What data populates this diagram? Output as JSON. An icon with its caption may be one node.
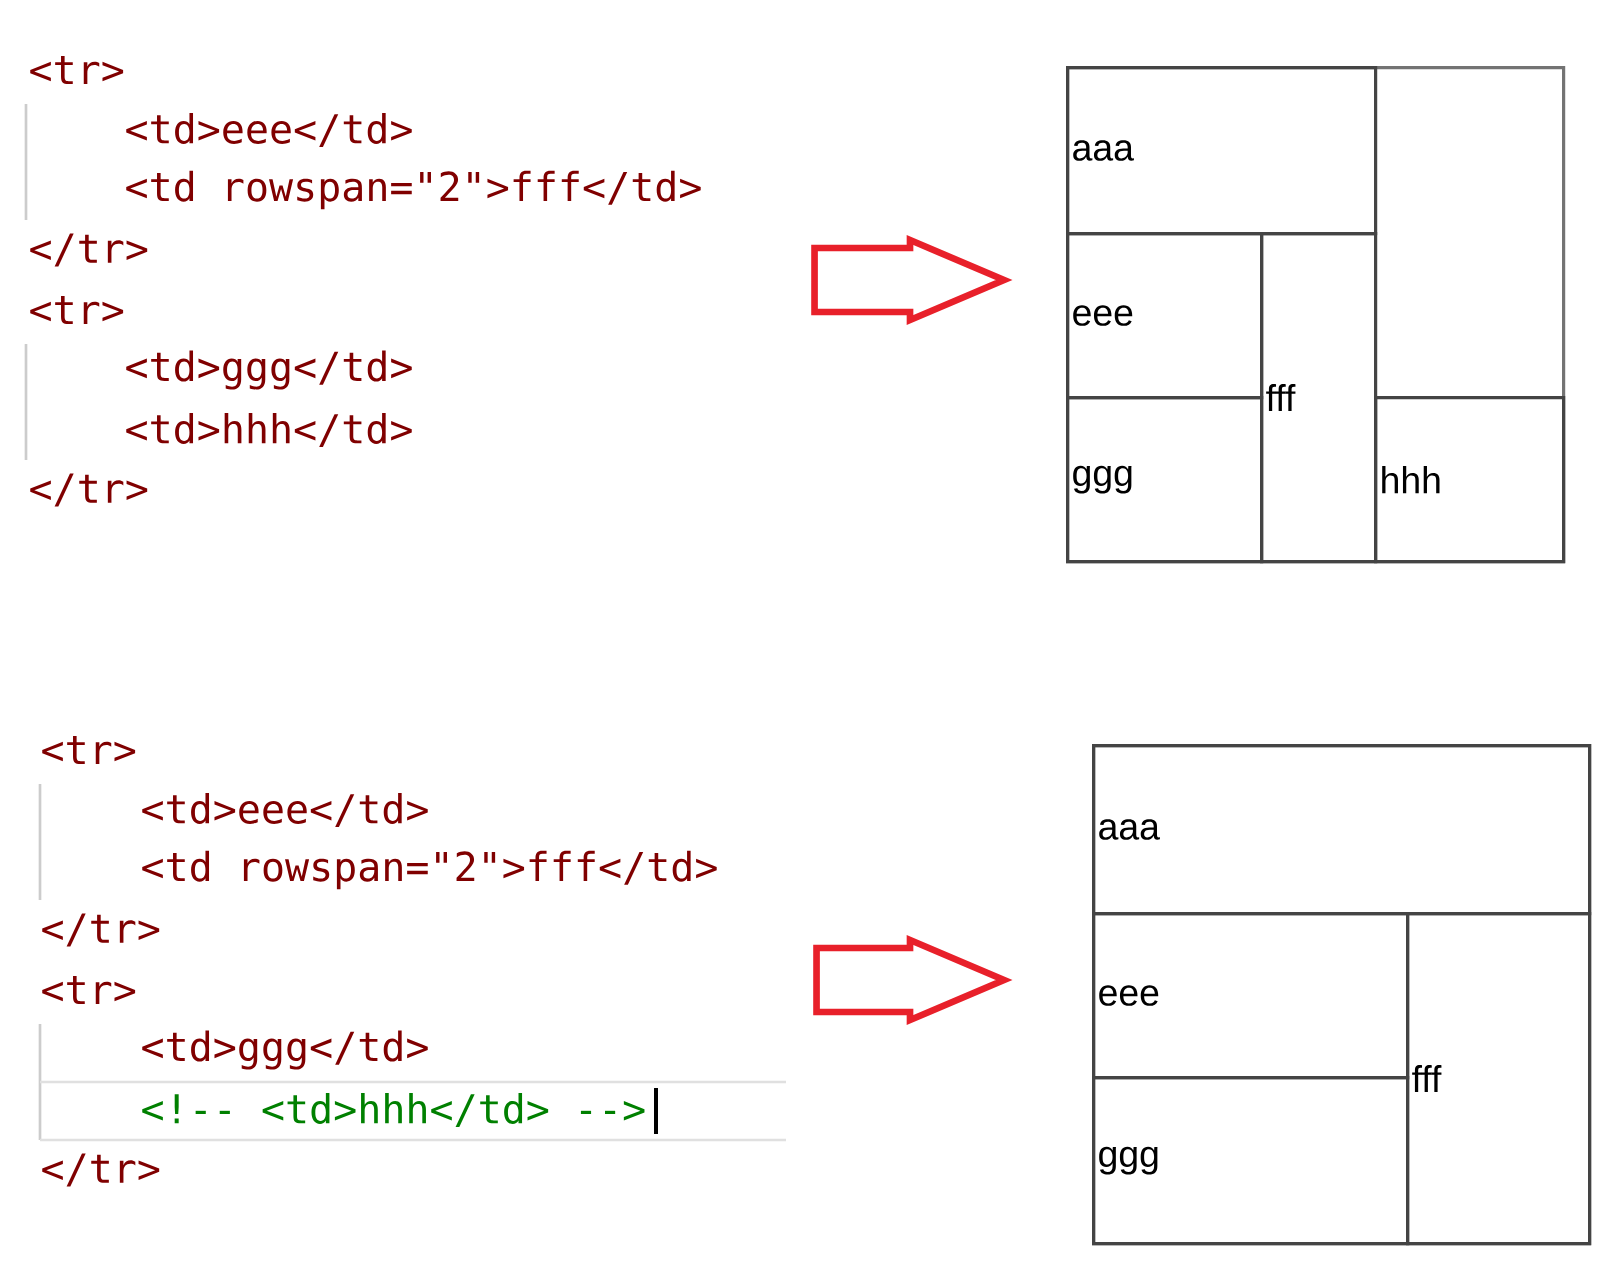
{
  "diagram": {
    "nodes": [
      {
        "text": [
          "<tr>",
          "<td>eee</td>",
          "<td rowspan=\"2\">fff</td>",
          "</tr>",
          "<tr>",
          "<td>ggg</td>",
          "<td>hhh</td>",
          "</tr>"
        ]
      },
      {
        "text": [],
        "shape": "box"
      },
      {
        "text": [
          "aaa"
        ],
        "in": 1
      },
      {
        "text": [
          "eee"
        ],
        "in": 1
      },
      {
        "text": [
          "fff"
        ],
        "in": 1
      },
      {
        "text": [
          "ggg"
        ],
        "in": 1
      },
      {
        "text": [
          "hhh"
        ],
        "in": 1
      },
      {
        "text": [
          "<tr>",
          "<td>eee</td>",
          "<td rowspan=\"2\">fff</td>",
          "</tr>",
          "<tr>",
          "<td>ggg</td>",
          "<!-- <td>hhh</td> -->",
          "</tr>"
        ]
      },
      {
        "text": [],
        "shape": "box"
      },
      {
        "text": [
          "aaa"
        ],
        "in": 8
      },
      {
        "text": [
          "eee"
        ],
        "in": 8
      },
      {
        "text": [
          "fff"
        ],
        "in": 8
      },
      {
        "text": [
          "ggg"
        ],
        "in": 8
      }
    ],
    "edges": [
      {
        "from": 0,
        "to": 1,
        "arrow": "to",
        "color": "#e8202a"
      },
      {
        "from": 7,
        "to": 8,
        "arrow": "to",
        "color": "#e8202a"
      }
    ]
  }
}
